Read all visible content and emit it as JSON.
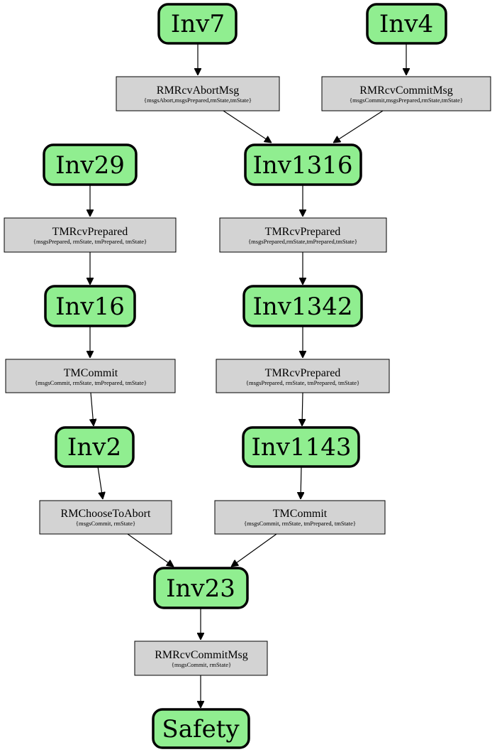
{
  "nodes": {
    "inv7": {
      "label": "Inv7"
    },
    "inv4": {
      "label": "Inv4"
    },
    "inv29": {
      "label": "Inv29"
    },
    "inv1316": {
      "label": "Inv1316"
    },
    "inv16": {
      "label": "Inv16"
    },
    "inv1342": {
      "label": "Inv1342"
    },
    "inv2": {
      "label": "Inv2"
    },
    "inv1143": {
      "label": "Inv1143"
    },
    "inv23": {
      "label": "Inv23"
    },
    "safety": {
      "label": "Safety"
    }
  },
  "actions": {
    "rmrcv_abort_1": {
      "name": "RMRcvAbortMsg",
      "vars": "{msgsAbort,msgsPrepared,rmState,tmState}"
    },
    "rmrcv_commit_1": {
      "name": "RMRcvCommitMsg",
      "vars": "{msgsCommit,msgsPrepared,rmState,tmState}"
    },
    "tmrcv_prepared_left": {
      "name": "TMRcvPrepared",
      "vars": "{msgsPrepared, rmState, tmPrepared, tmState}"
    },
    "tmrcv_prepared_right1": {
      "name": "TMRcvPrepared",
      "vars": "{msgsPrepared,rmState,tmPrepared,tmState}"
    },
    "tmcommit_left": {
      "name": "TMCommit",
      "vars": "{msgsCommit, rmState, tmPrepared, tmState}"
    },
    "tmrcv_prepared_right2": {
      "name": "TMRcvPrepared",
      "vars": "{msgsPrepared, rmState, tmPrepared, tmState}"
    },
    "rmchoose_abort": {
      "name": "RMChooseToAbort",
      "vars": "{msgsCommit, rmState}"
    },
    "tmcommit_right": {
      "name": "TMCommit",
      "vars": "{msgsCommit, rmState, tmPrepared, tmState}"
    },
    "rmrcv_commit_2": {
      "name": "RMRcvCommitMsg",
      "vars": "{msgsCommit, rmState}"
    }
  }
}
